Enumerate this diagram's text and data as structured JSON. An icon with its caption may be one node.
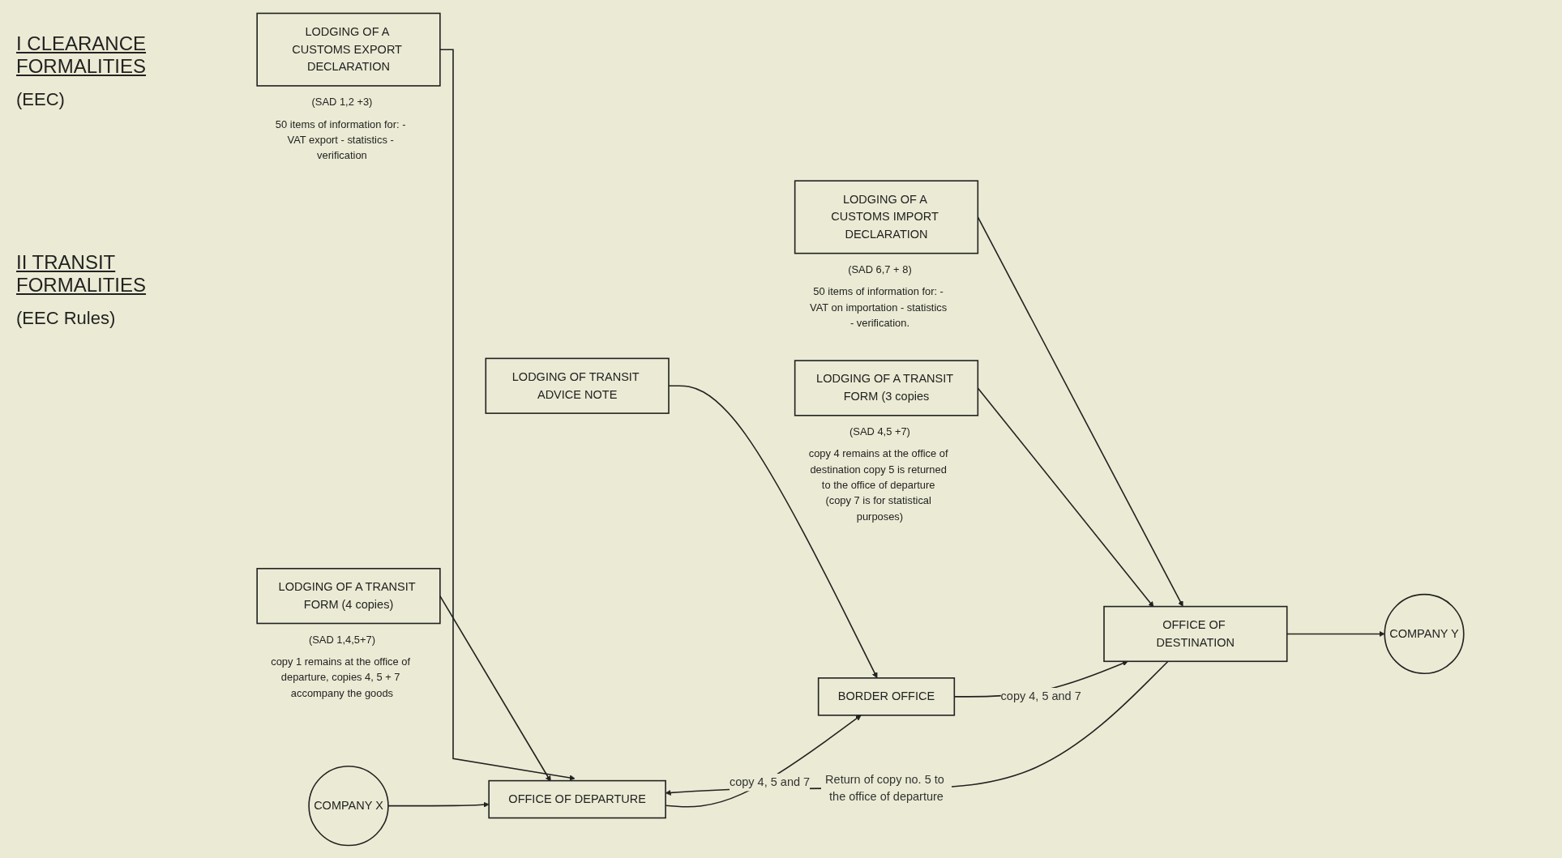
{
  "diagram": {
    "nodes": [
      {
        "text": [
          "COMPANY X"
        ]
      },
      {
        "text": [
          "OFFICE OF DEPARTURE"
        ]
      },
      {
        "text": [
          "BORDER OFFICE"
        ]
      },
      {
        "text": [
          "OFFICE OF DESTINATION"
        ]
      },
      {
        "text": [
          "COMPANY Y"
        ]
      },
      {
        "text": [
          "LODGING OF A CUSTOMS EXPORT DECLARATION"
        ],
        "beside": [
          "(SAD 1,2 +3)",
          "50 items of information for: - VAT export - statistics - verification"
        ]
      },
      {
        "text": [
          "LODGING OF A TRANSIT FORM (4 copies)"
        ],
        "beside": [
          "(SAD 1,4,5+7)",
          "copy 1 remains at the office of departure, copies 4, 5 + 7 accompany the goods"
        ]
      },
      {
        "text": [
          "LODGING OF TRANSIT ADVICE NOTE"
        ]
      },
      {
        "text": [
          "LODGING OF A CUSTOMS IMPORT DECLARATION"
        ],
        "beside": [
          "(SAD 6,7 + 8)",
          "50 items of information for: - VAT on importation - statistics - verification."
        ]
      },
      {
        "text": [
          "LODGING OF A TRANSIT FORM (3 copies"
        ],
        "beside": [
          "(SAD 4,5 +7)",
          "copy 4 remains at the office of destination copy 5 is returned to the office of departure (copy 7 is for statistical purposes)"
        ]
      }
    ],
    "edges": [
      {
        "from": 0,
        "to": 1,
        "arrow": "to"
      },
      {
        "from": 1,
        "to": 2,
        "arrow": "to",
        "label": "copy 4, 5 and 7"
      },
      {
        "from": 2,
        "to": 3,
        "arrow": "to",
        "label": "copy 4, 5 and 7"
      },
      {
        "from": 3,
        "to": 4,
        "arrow": "to"
      },
      {
        "from": 3,
        "to": 1,
        "arrow": "to",
        "label": "Return of copy no. 5 to the office of departure"
      },
      {
        "from": 6,
        "to": 1,
        "arrow": "to"
      },
      {
        "from": 5,
        "to": 1,
        "arrow": "to"
      },
      {
        "from": 7,
        "to": 2,
        "arrow": "to"
      },
      {
        "from": 9,
        "to": 3,
        "arrow": "to"
      },
      {
        "from": 8,
        "to": 3,
        "arrow": "to"
      }
    ],
    "labels": [
      "I CLEARANCE FORMALITIES",
      "(EEC)",
      "II TRANSIT FORMALITIES",
      "(EEC Rules)"
    ]
  }
}
